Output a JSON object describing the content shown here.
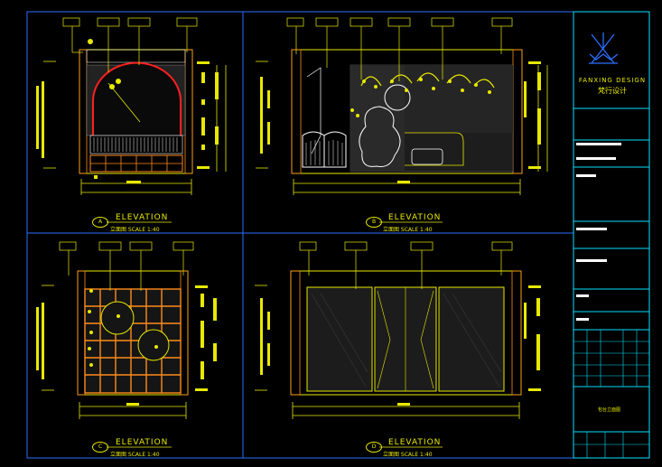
{
  "brand": {
    "name": "FANXING DESIGN",
    "cn": "梵行设计"
  },
  "panels": [
    {
      "key": "A",
      "title": "ELEVATION",
      "subtitle": "立面图   SCALE 1:40"
    },
    {
      "key": "B",
      "title": "ELEVATION",
      "subtitle": "立面图   SCALE 1:40"
    },
    {
      "key": "C",
      "title": "ELEVATION",
      "subtitle": "立面图   SCALE 1:40"
    },
    {
      "key": "D",
      "title": "ELEVATION",
      "subtitle": "立面图   SCALE 1:40"
    }
  ],
  "title_block": {
    "drawing_name": "包台立面图"
  },
  "colors": {
    "frame": "#2a6fff",
    "yellow": "#e8e800",
    "cyan": "#00e0ff",
    "red": "#ff2020",
    "orange": "#ff8c1a",
    "white": "#ffffff"
  }
}
